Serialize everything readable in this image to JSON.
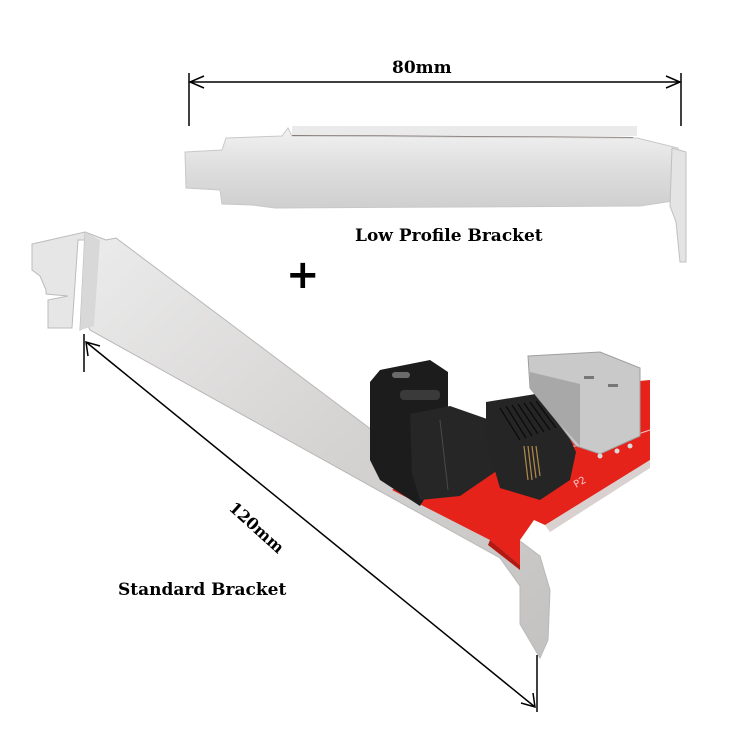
{
  "image": {
    "background": "#ffffff",
    "description_items": [
      "low-profile-bracket",
      "standard-bracket",
      "mini-sas-adapter-card"
    ]
  },
  "annotations": {
    "low_profile_dimension": "80mm",
    "low_profile_label": "Low Profile Bracket",
    "plus_sign": "+",
    "standard_dimension": "120mm",
    "standard_label": "Standard Bracket"
  },
  "board": {
    "silkscreen_label": "P2",
    "pcb_color": "#e5231b",
    "connector_color": "#1c1c1c",
    "shield_color": "#c9c9c9"
  },
  "colors": {
    "bracket_metal": "#dcdcdc",
    "bracket_shadow": "#bdbdbd",
    "dimension_line": "#000000"
  }
}
